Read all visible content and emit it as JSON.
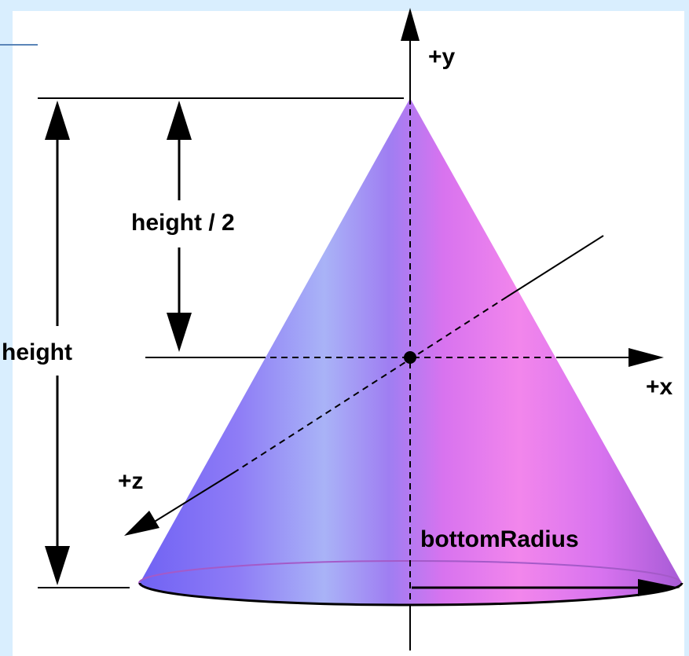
{
  "labels": {
    "y_axis": "+y",
    "x_axis": "+x",
    "z_axis": "+z",
    "height": "height",
    "half_height": "height / 2",
    "bottom_radius": "bottomRadius"
  },
  "colors": {
    "cone_dark": "#7f6cf6",
    "cone_light": "#b9b8f8",
    "cone_pink": "#f07fe8",
    "background_band": "#d9eefe",
    "rule": "#5a85b8"
  }
}
